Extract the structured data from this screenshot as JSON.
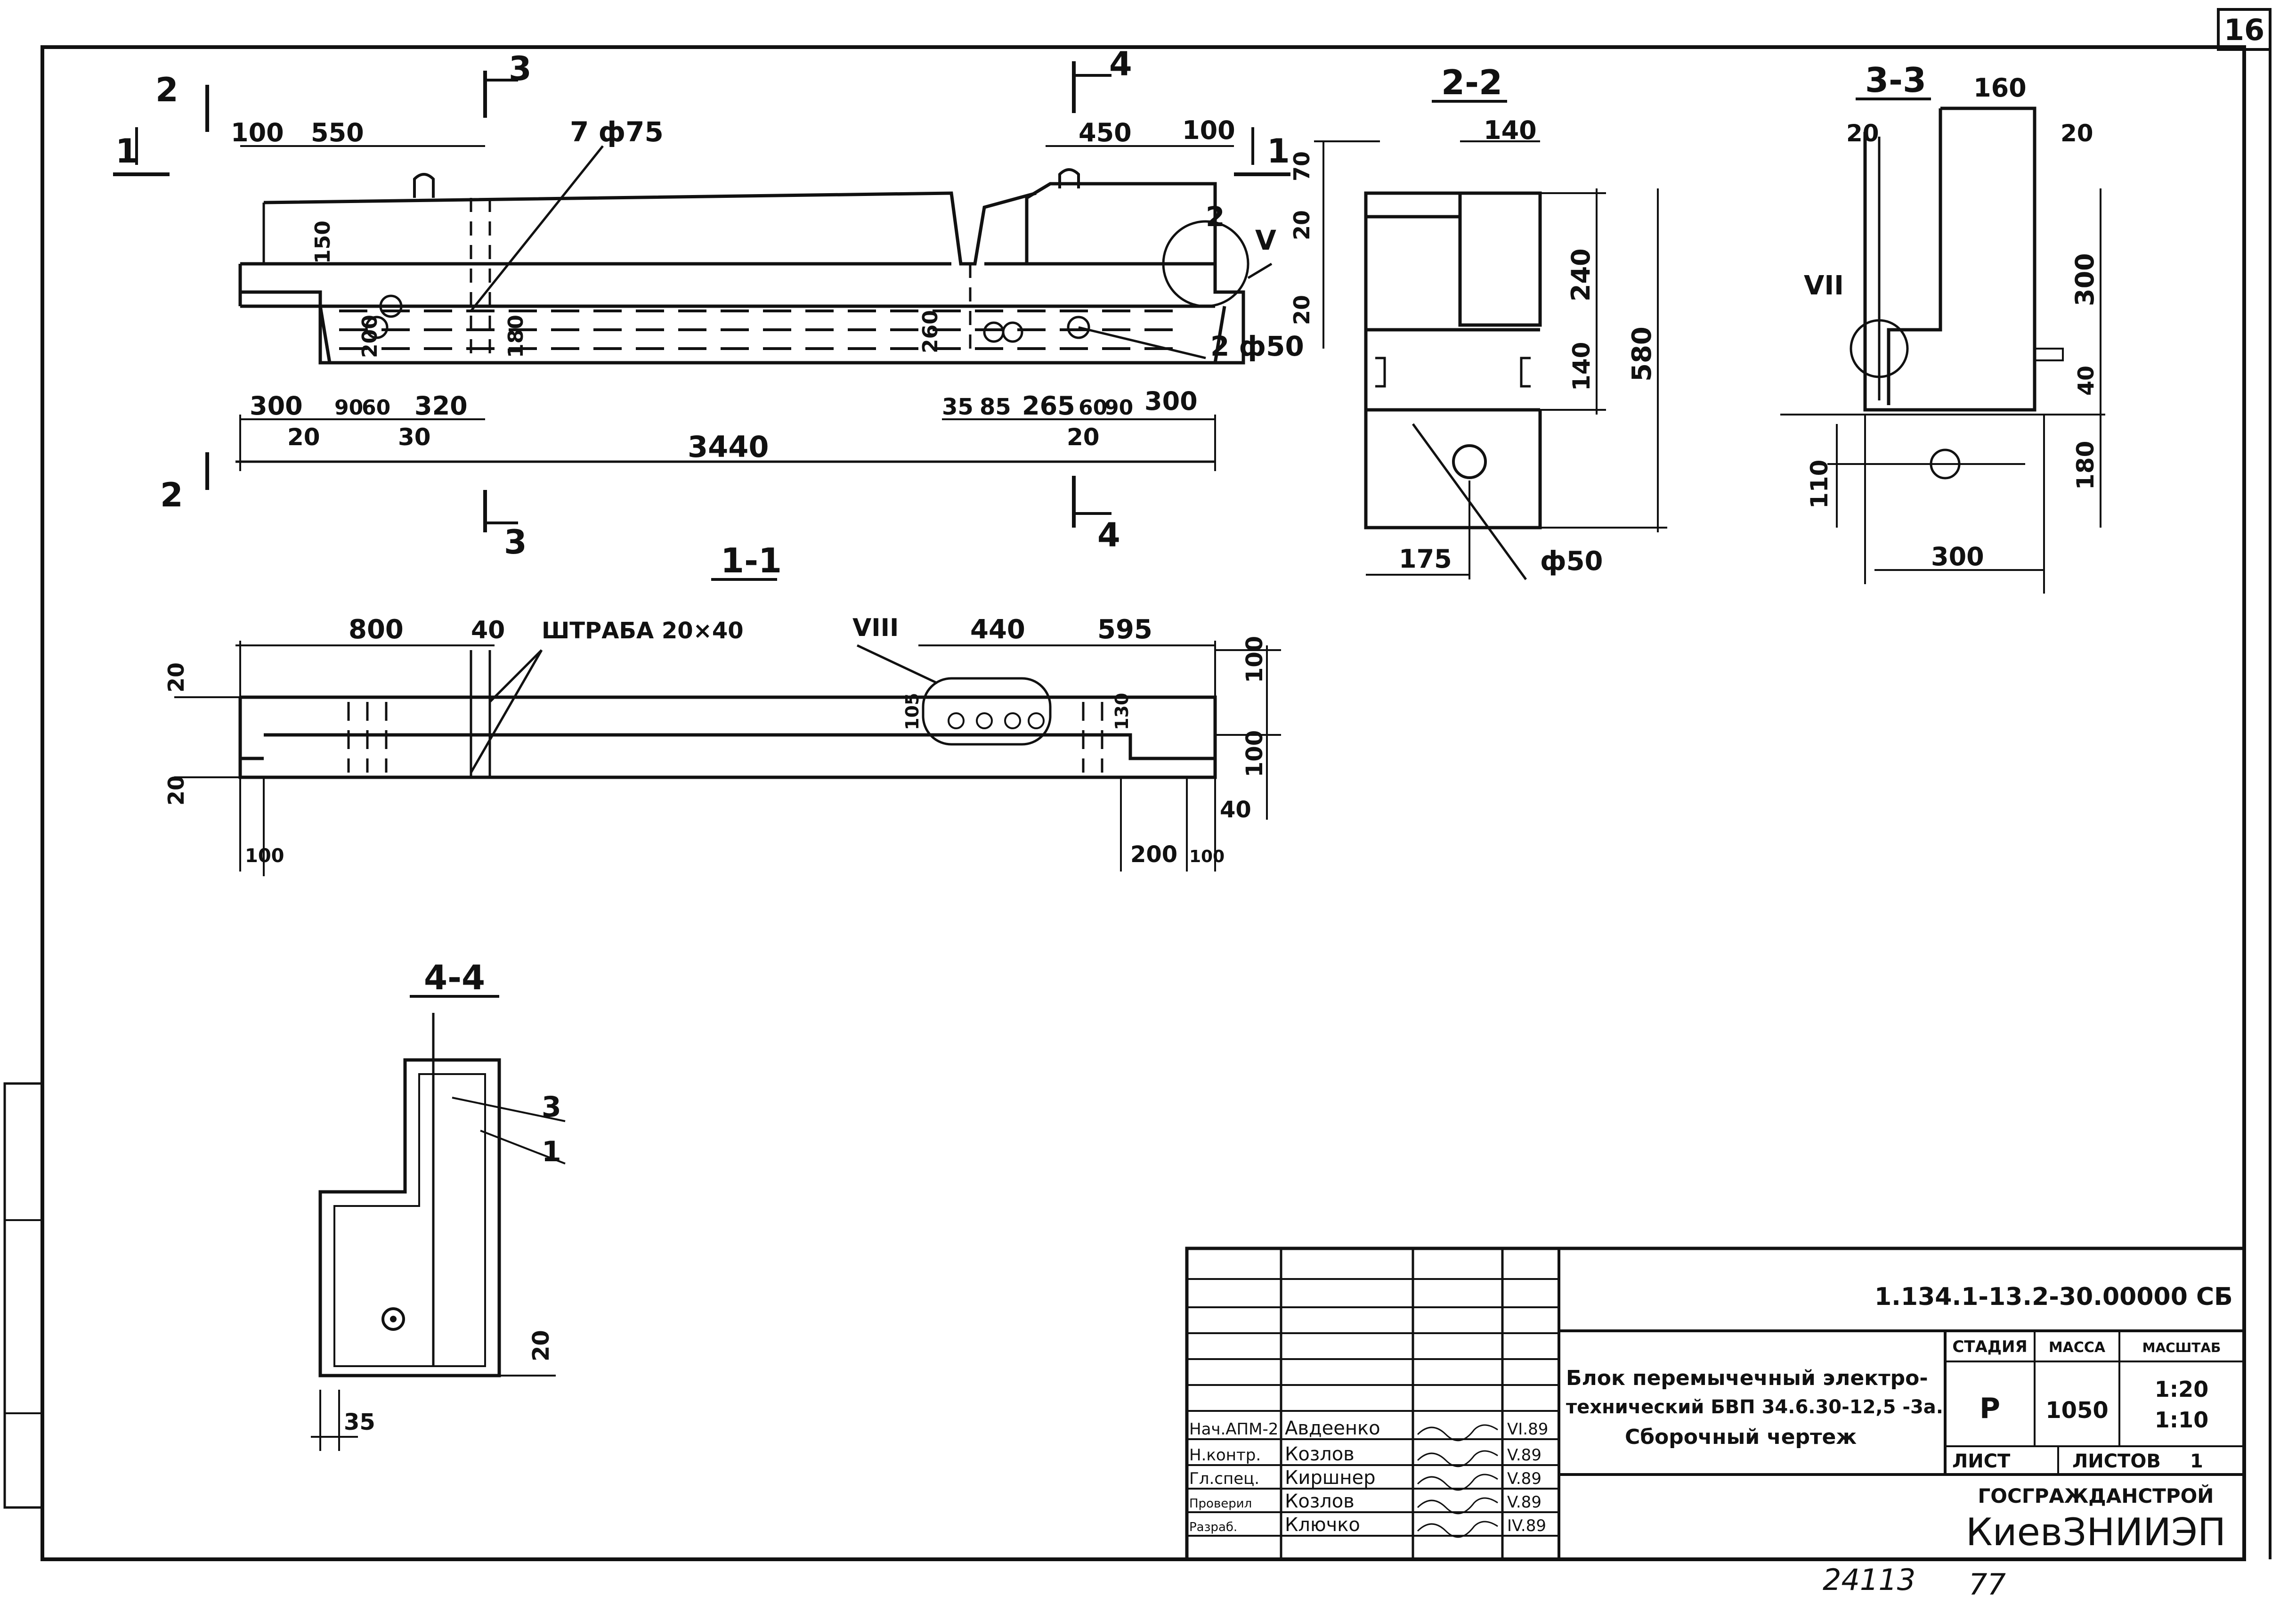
{
  "sheet": {
    "number": "16",
    "footer_number": "24113",
    "footer_format": "77"
  },
  "views": {
    "main": {
      "section_marks": [
        "1",
        "2",
        "3",
        "4"
      ],
      "dimensions": {
        "d100_left": "100",
        "d550": "550",
        "d7f75": "7 ф75",
        "d450": "450",
        "d100_right": "100",
        "d150": "150",
        "d200": "200",
        "d180": "180",
        "d260": "260",
        "d300_left": "300",
        "d90": "90",
        "d60_left": "60",
        "d320": "320",
        "d20_left": "20",
        "d30": "30",
        "d3440": "3440",
        "d35": "35",
        "d85": "85",
        "d265": "265",
        "d60_right": "60",
        "d90_right": "90",
        "d300_right": "300",
        "d20_right": "20",
        "d2f50": "2 ф50",
        "callout_2": "2",
        "callout_v": "V"
      }
    },
    "section_1_1": {
      "title": "1-1",
      "dimensions": {
        "d800": "800",
        "d40": "40",
        "groove": "ШТРАБА 20×40",
        "callout_viii": "VIII",
        "d440": "440",
        "d595": "595",
        "d20_top": "20",
        "d20_bottom": "20",
        "d100_left": "100",
        "d105": "105",
        "d130": "130",
        "d100_top_right": "100",
        "d100_mid_right": "100",
        "d40_right": "40",
        "d200": "200",
        "d100_bottom_right": "100"
      }
    },
    "section_2_2": {
      "title": "2-2",
      "dimensions": {
        "d140_top": "140",
        "d70": "70",
        "d20_a": "20",
        "d240": "240",
        "d20_b": "20",
        "d580": "580",
        "d140_side": "140",
        "d175": "175",
        "df50": "ф50"
      }
    },
    "section_3_3": {
      "title": "3-3",
      "dimensions": {
        "d160": "160",
        "d20_left": "20",
        "d20_right": "20",
        "d300_side": "300",
        "callout_vii": "VII",
        "d40": "40",
        "d180": "180",
        "d110": "110",
        "d300_bottom": "300"
      }
    },
    "section_4_4": {
      "title": "4-4",
      "callout_3": "3",
      "callout_1": "1",
      "d20": "20",
      "d35": "35"
    }
  },
  "title_block": {
    "doc_code": "1.134.1-13.2-30.00000 СБ",
    "title_line1": "Блок перемычечный электро-",
    "title_line2": "технический БВП 34.6.30-12,5 -3а.",
    "title_line3": "Сборочный чертеж",
    "stage_header": "СТАДИЯ",
    "mass_header": "МАССА",
    "scale_header": "МАСШТАБ",
    "stage": "Р",
    "mass": "1050",
    "scale1": "1:20",
    "scale2": "1:10",
    "sheet_label": "ЛИСТ",
    "sheets_label": "ЛИСТОВ",
    "sheets_count": "1",
    "org1": "ГОСГРАЖДАНСТРОЙ",
    "org2": "КиевЗНИИЭП",
    "rows": [
      {
        "role": "Нач.АПМ-2",
        "name": "Авдеенко",
        "date": "VI.89"
      },
      {
        "role": "Н.контр.",
        "name": "Козлов",
        "date": "V.89"
      },
      {
        "role": "Гл.спец.",
        "name": "Киршнер",
        "date": "V.89"
      },
      {
        "role": "Проверил",
        "name": "Козлов",
        "date": "V.89"
      },
      {
        "role": "Разраб.",
        "name": "Ключко",
        "date": "IV.89"
      }
    ]
  }
}
